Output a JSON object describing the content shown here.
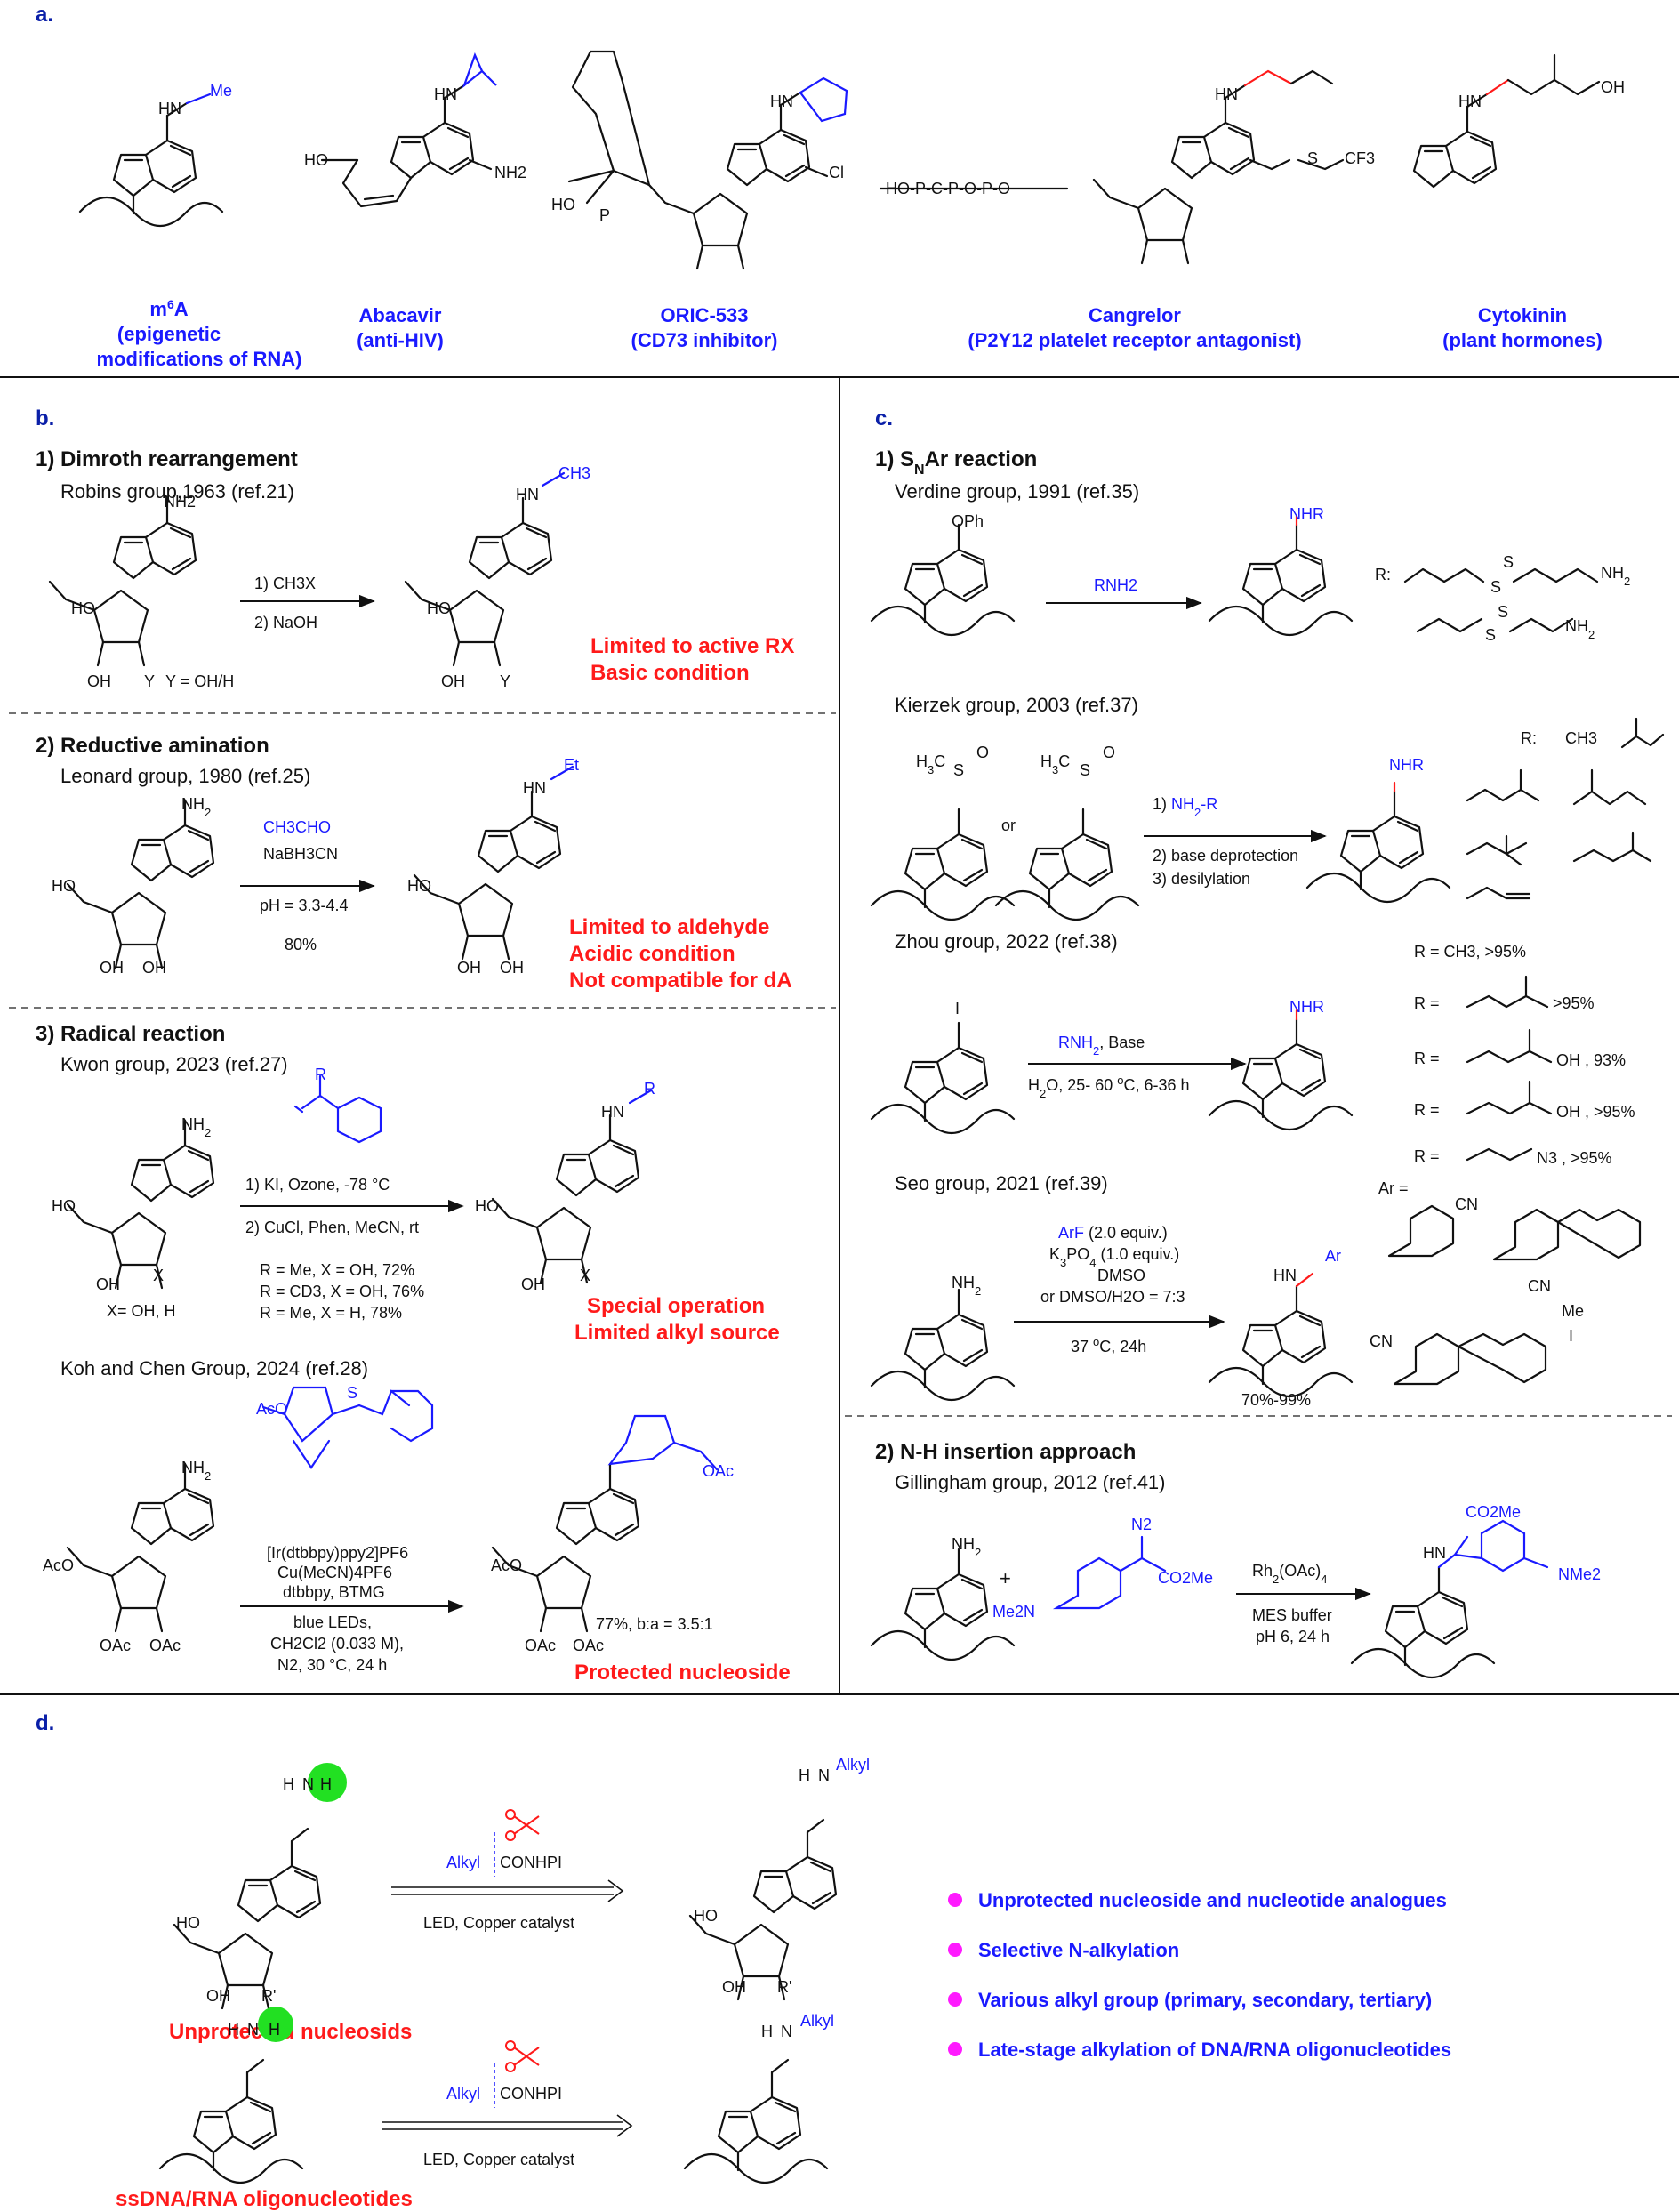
{
  "panels": {
    "a": "a.",
    "b": "b.",
    "c": "c.",
    "d": "d."
  },
  "colors": {
    "accent_blue": "#1a1aff",
    "highlight_red": "#ff1a1a",
    "panel_label": "#0a1fa8",
    "nh_highlight": "#22e022",
    "bullet": "#ff1aff"
  },
  "panel_a": {
    "compounds": [
      {
        "name": "m6A",
        "name_sup": "6",
        "line1": "(epigenetic",
        "line2": "modifications of RNA)",
        "substituent": "Me"
      },
      {
        "name": "Abacavir",
        "line1": "(anti-HIV)",
        "label_oh": "HO",
        "label_nh2": "NH2"
      },
      {
        "name": "ORIC-533",
        "line1": "(CD73 inhibitor)",
        "label_ho": "HO",
        "label_p": "P",
        "label_cl": "Cl"
      },
      {
        "name": "Cangrelor",
        "line1": "(P2Y12 platelet receptor antagonist)",
        "label_cf3": "CF3",
        "label_s": "S"
      },
      {
        "name": "Cytokinin",
        "line1": "(plant hormones)",
        "label_oh": "OH"
      }
    ]
  },
  "panel_b": {
    "s1": {
      "title": "1) Dimroth rearrangement",
      "group": "Robins group,1963 (ref.21)",
      "reagent1": "1) CH3X",
      "reagent2": "2) NaOH",
      "y_note": "Y = OH/H",
      "sub_top": "NH2",
      "sub_prod": "CH3",
      "limit1": "Limited to active RX",
      "limit2": "Basic condition"
    },
    "s2": {
      "title": "2) Reductive amination",
      "group": "Leonard group, 1980 (ref.25)",
      "reagent1": "CH3CHO",
      "reagent2": "NaBH3CN",
      "reagent3": "pH = 3.3-4.4",
      "yield": "80%",
      "sub_prod": "Et",
      "limit1": "Limited to aldehyde",
      "limit2": "Acidic condition",
      "limit3": "Not compatible for dA"
    },
    "s3": {
      "title": "3) Radical reaction",
      "group": "Kwon group, 2023 (ref.27)",
      "reagent_r": "R",
      "reagent1": "1) KI, Ozone, -78 °C",
      "reagent2": "2) CuCl, Phen, MeCN,  rt",
      "yields": [
        "R = Me, X = OH, 72%",
        "R = CD3, X = OH, 76%",
        "R = Me, X = H, 78%"
      ],
      "x_note": "X= OH, H",
      "sub_prod": "R",
      "limit1": "Special operation",
      "limit2": "Limited alkyl source"
    },
    "s4": {
      "group": "Koh and Chen Group, 2024 (ref.28)",
      "reagents": [
        "[Ir(dtbbpy)ppy2]PF6",
        "Cu(MeCN)4PF6",
        "dtbbpy, BTMG",
        "blue LEDs,",
        "CH2Cl2 (0.033 M),",
        "N2, 30 °C, 24 h"
      ],
      "yield": "77%, b:a  = 3.5:1",
      "sugar_ac": "AcO",
      "sugar_oac": "OAc",
      "note": "Protected nucleoside"
    }
  },
  "panel_c": {
    "title": "1) SNAr reaction",
    "s1": {
      "group": "Verdine group, 1991 (ref.35)",
      "reagent": "RNH2",
      "leaving": "OPh",
      "sub": "NHR",
      "r_label": "R:",
      "chain_s": "S",
      "chain_nh2": "NH2"
    },
    "s2": {
      "group": "Kierzek group, 2003  (ref.37)",
      "or": "or",
      "lg1": "H3C",
      "lg_s": "S",
      "lg_o": "O",
      "reagents": [
        "1) NH2-R",
        "2) base deprotection",
        "3) desilylation"
      ],
      "sub": "NHR",
      "r_label": "R:",
      "r_ch3": "CH3"
    },
    "s3": {
      "group": "Zhou group, 2022 (ref.38)",
      "leaving": "I",
      "reagent1": "RNH2, Base",
      "reagent2": "H2O, 25- 60 °C, 6-36 h",
      "sub": "NHR",
      "r_rows": [
        "R = CH3, >95%",
        "R =",
        "R =",
        "R =",
        "R ="
      ],
      "r_tails": [
        ">95%",
        "OH  , 93%",
        "OH  , >95%",
        "N3  , >95%"
      ]
    },
    "s4": {
      "group": "Seo group, 2021 (ref.39)",
      "reagents": [
        "ArF (2.0 equiv.)",
        "K3PO4 (1.0 equiv.)",
        "DMSO",
        "or DMSO/H2O = 7:3"
      ],
      "reagent_below": "37 °C, 24h",
      "sub": "Ar",
      "sub_top": "NH2",
      "yield": "70%-99%",
      "ar_label": "Ar =",
      "cn": "CN",
      "me": "Me",
      "iodide": "I"
    },
    "title2": "2) N-H insertion approach",
    "s5": {
      "group": "Gillingham group, 2012  (ref.41)",
      "plus": "+",
      "n2": "N2",
      "co2me": "CO2Me",
      "nme2": "Me2N",
      "reagent1": "Rh2(OAc)4",
      "reagent2": "MES buffer",
      "reagent3": "pH 6, 24 h",
      "prod_co2me": "CO2Me",
      "prod_nme2": "NMe2"
    }
  },
  "panel_d": {
    "reagent_alkyl": "Alkyl",
    "reagent_conhpi": "CONHPI",
    "condition": "LED, Copper catalyst",
    "prod_alkyl": "Alkyl",
    "sm1_label": "Unprotected nucleosids",
    "sm2_label": "ssDNA/RNA oligonucleotides",
    "r_prime": "R'",
    "bullets": [
      "Unprotected nucleoside and nucleotide analogues",
      "Selective N-alkylation",
      "Various alkyl group (primary, secondary, tertiary)",
      "Late-stage alkylation of DNA/RNA oligonucleotides"
    ]
  }
}
